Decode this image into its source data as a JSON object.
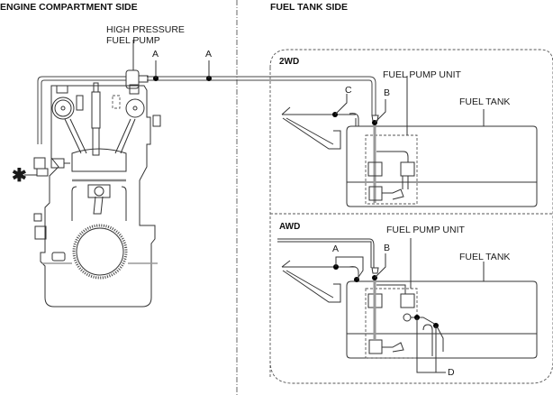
{
  "headers": {
    "engine_side": "ENGINE COMPARTMENT SIDE",
    "tank_side": "FUEL TANK SIDE"
  },
  "engine": {
    "hp_pump_line1": "HIGH PRESSURE",
    "hp_pump_line2": "FUEL PUMP",
    "marker_a1": "A",
    "marker_a2": "A",
    "asterisk": "✱"
  },
  "panel_2wd": {
    "title": "2WD",
    "fuel_pump_unit": "FUEL PUMP UNIT",
    "fuel_tank": "FUEL TANK",
    "marker_b": "B",
    "marker_c": "C"
  },
  "panel_awd": {
    "title": "AWD",
    "fuel_pump_unit": "FUEL PUMP UNIT",
    "fuel_tank": "FUEL TANK",
    "marker_a": "A",
    "marker_b": "B",
    "marker_d": "D"
  }
}
